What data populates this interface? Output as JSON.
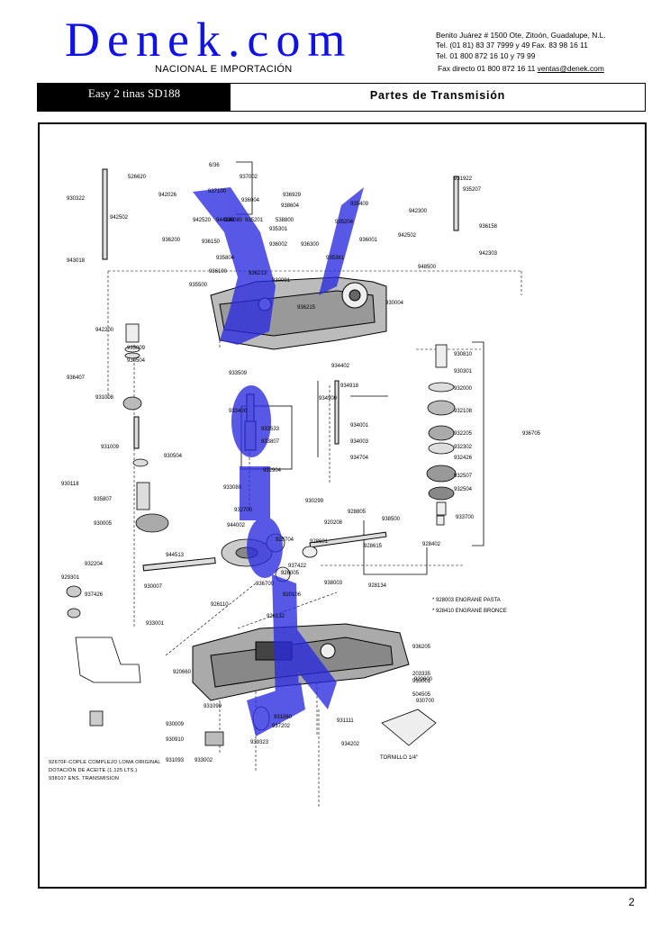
{
  "header": {
    "logo": "Denek.com",
    "tagline": "NACIONAL E IMPORTACIÓN",
    "contact_lines": [
      "Benito Juárez # 1500 Ote, Zitoón, Guadalupe, N.L.",
      "Tel. (01 81) 83 37 7999 y 49 Fax. 83 98 16 11",
      "Tel. 01 800 872 16 10 y 79 99"
    ],
    "fax_line": "Fax directo 01 800 872 16 11 ",
    "email": "ventas@denek.com"
  },
  "title_bar": {
    "model": "Easy 2 tinas SD188",
    "section": "Partes de Transmisión"
  },
  "diagram": {
    "part_labels": [
      "526620",
      "930322",
      "942026",
      "942502",
      "943018",
      "935500",
      "6/36",
      "937100",
      "937002",
      "936004",
      "936929",
      "938604",
      "935409",
      "942520",
      "944340",
      "936200",
      "936080",
      "936150",
      "935201",
      "935301",
      "936001",
      "936002",
      "936300",
      "935804",
      "936213",
      "930004",
      "930091",
      "538800",
      "935204",
      "935361",
      "936100",
      "936215",
      "931922",
      "935207",
      "942300",
      "942502",
      "936158",
      "948500",
      "942303",
      "942200",
      "933809",
      "930504",
      "936407",
      "931008",
      "931009",
      "930504",
      "930118",
      "935807",
      "930005",
      "933509",
      "933400",
      "933533",
      "933807",
      "932904",
      "934402",
      "934918",
      "934900",
      "934001",
      "934003",
      "934704",
      "930810",
      "930301",
      "932000",
      "932108",
      "932205",
      "932302",
      "932426",
      "932507",
      "932504",
      "933700",
      "936705",
      "933080",
      "932700",
      "944002",
      "944513",
      "932204",
      "929301",
      "930007",
      "937426",
      "930299",
      "920208",
      "928805",
      "938500",
      "928615",
      "928601",
      "928402",
      "928704",
      "937422",
      "926005",
      "936700",
      "926132",
      "920106",
      "926110",
      "928134",
      "936205",
      "938003",
      "933001",
      "920660",
      "203335",
      "933001",
      "920600",
      "504505",
      "930700",
      "931099",
      "930009",
      "930910",
      "931060",
      "937202",
      "934202",
      "931093",
      "939323",
      "933002",
      "931111"
    ],
    "engrane_notes": [
      "* 928003 ENGRANE PASTA",
      "* 928410 ENGRANE BRONCE"
    ],
    "tornillo_label": "TORNILLO 1/4\"",
    "bottom_notes": [
      "92670F-COPLE COMPLEJO LOMA ORIGINAL",
      "DOTACIÓN DE ACEITE (1.125 LTS.)",
      "938107 ENS. TRANSMISION"
    ]
  },
  "page_number": "2",
  "colors": {
    "logo": "#1010e8",
    "watermark": "#2a2ae0"
  }
}
